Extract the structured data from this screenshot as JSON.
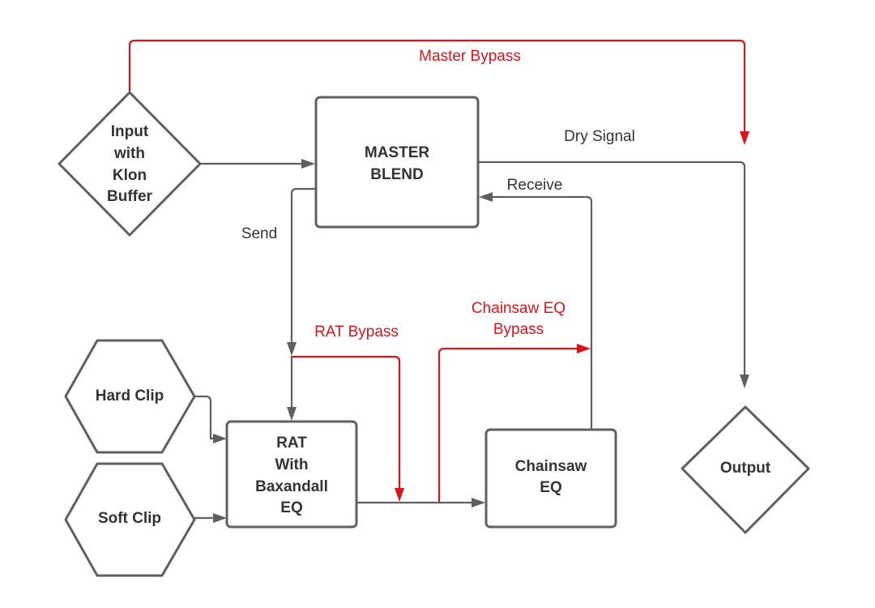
{
  "diagram": {
    "type": "signal-flow",
    "colors": {
      "node_stroke": "#5f5f5f",
      "text": "#333333",
      "bypass": "#d9141b"
    },
    "nodes": {
      "input": {
        "shape": "diamond",
        "lines": [
          "Input",
          "with",
          "Klon",
          "Buffer"
        ]
      },
      "master_blend": {
        "shape": "rounded-rect",
        "lines": [
          "MASTER",
          "BLEND"
        ]
      },
      "hard_clip": {
        "shape": "hexagon",
        "lines": [
          "Hard Clip"
        ]
      },
      "soft_clip": {
        "shape": "hexagon",
        "lines": [
          "Soft Clip"
        ]
      },
      "rat": {
        "shape": "rounded-rect",
        "lines": [
          "RAT",
          "With",
          "Baxandall",
          "EQ"
        ]
      },
      "chainsaw": {
        "shape": "rounded-rect",
        "lines": [
          "Chainsaw",
          "EQ"
        ]
      },
      "output": {
        "shape": "diamond",
        "lines": [
          "Output"
        ]
      }
    },
    "edges": {
      "master_bypass": {
        "from": "input",
        "to": "output",
        "label": "Master Bypass",
        "color": "red"
      },
      "input_to_blend": {
        "from": "input",
        "to": "master_blend",
        "label": ""
      },
      "dry_signal": {
        "from": "master_blend",
        "to": "output",
        "label": "Dry Signal"
      },
      "send": {
        "from": "master_blend",
        "to": "rat",
        "label": "Send"
      },
      "receive": {
        "from": "chainsaw",
        "to": "master_blend",
        "label": "Receive"
      },
      "rat_bypass": {
        "from": "send",
        "to": "rat_out",
        "label": "RAT Bypass",
        "color": "red"
      },
      "chainsaw_bypass": {
        "from": "chainsaw_in",
        "to": "receive",
        "label_lines": [
          "Chainsaw EQ",
          "Bypass"
        ],
        "color": "red"
      },
      "hard_clip_to_rat": {
        "from": "hard_clip",
        "to": "rat",
        "label": ""
      },
      "soft_clip_to_rat": {
        "from": "soft_clip",
        "to": "rat",
        "label": ""
      },
      "rat_to_chainsaw": {
        "from": "rat",
        "to": "chainsaw",
        "label": ""
      }
    }
  }
}
